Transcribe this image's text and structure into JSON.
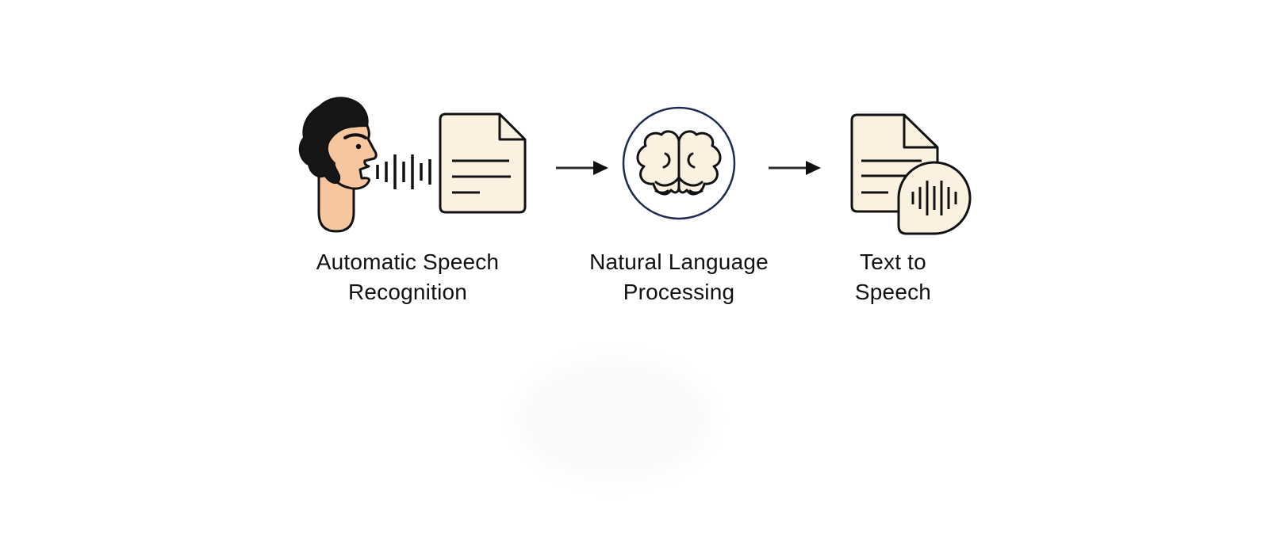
{
  "diagram": {
    "type": "pipeline-flow",
    "background": "#FFFFFF",
    "stages": [
      {
        "id": "asr",
        "label": "Automatic Speech\nRecognition",
        "icons": [
          "person-speaking-icon",
          "sound-waves-icon",
          "transcript-document-icon"
        ]
      },
      {
        "id": "nlp",
        "label": "Natural Language\nProcessing",
        "icons": [
          "brain-circle-icon"
        ]
      },
      {
        "id": "tts",
        "label": "Text to\nSpeech",
        "icons": [
          "document-icon",
          "speech-bubble-waveform-icon"
        ]
      }
    ],
    "connectors": [
      {
        "from": "asr",
        "to": "nlp",
        "type": "arrow"
      },
      {
        "from": "nlp",
        "to": "tts",
        "type": "arrow"
      }
    ],
    "colors": {
      "fill_cream": "#FAF1E1",
      "outline": "#111111",
      "skin": "#F6C79E",
      "skin_shadow": "#ECB68A",
      "hair": "#161616",
      "brain_ring_navy": "#1F2A55",
      "arrow": "#2B2B2B",
      "text": "#111111"
    }
  }
}
